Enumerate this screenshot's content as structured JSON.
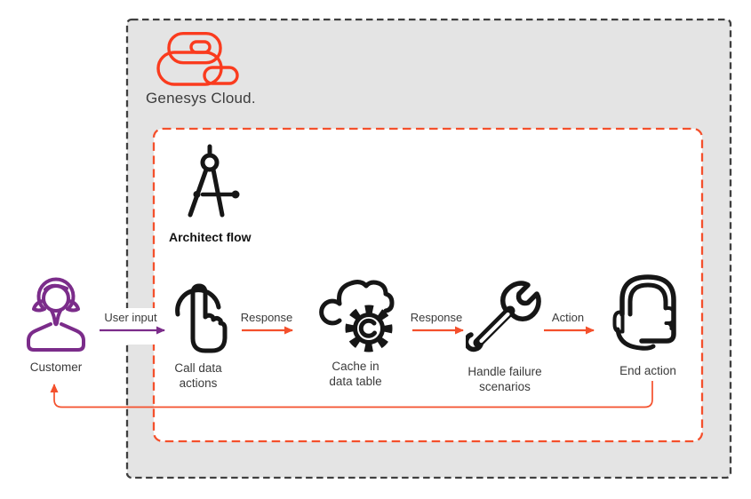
{
  "diagram": {
    "icon_color": "#161616",
    "genesys_boundary": {
      "brand_label": "Genesys Cloud.",
      "fill_color": "#e4e4e4",
      "border_color": "#3f3f3f",
      "logo_icon": "genesys-cloud-logo",
      "logo_color": "#fa3b1e"
    },
    "architect_boundary": {
      "label": "Architect flow",
      "icon": "drafting-compass-icon",
      "border_color": "#f4502c",
      "fill_color": "#ffffff"
    },
    "customer": {
      "label": "Customer",
      "icon": "customer-woman-icon",
      "color": "#7b2c8a"
    },
    "nodes": [
      {
        "label": "Call data\nactions",
        "icon": "touch-hand-icon"
      },
      {
        "label": "Cache in\ndata table",
        "icon": "cloud-gear-icon"
      },
      {
        "label": "Handle failure\nscenarios",
        "icon": "wrench-icon"
      },
      {
        "label": "End action",
        "icon": "headset-icon"
      }
    ],
    "connections": [
      {
        "label": "User input",
        "from": "Customer",
        "to": "Call data actions",
        "color": "#7b2c8a"
      },
      {
        "label": "Response",
        "from": "Call data actions",
        "to": "Cache in data table",
        "color": "#f4502c"
      },
      {
        "label": "Response",
        "from": "Cache in data table",
        "to": "Handle failure scenarios",
        "color": "#f4502c"
      },
      {
        "label": "Action",
        "from": "Handle failure scenarios",
        "to": "End action",
        "color": "#f4502c"
      },
      {
        "label": "",
        "from": "End action",
        "to": "Customer",
        "color": "#f4502c",
        "style": "return-elbow"
      }
    ]
  }
}
